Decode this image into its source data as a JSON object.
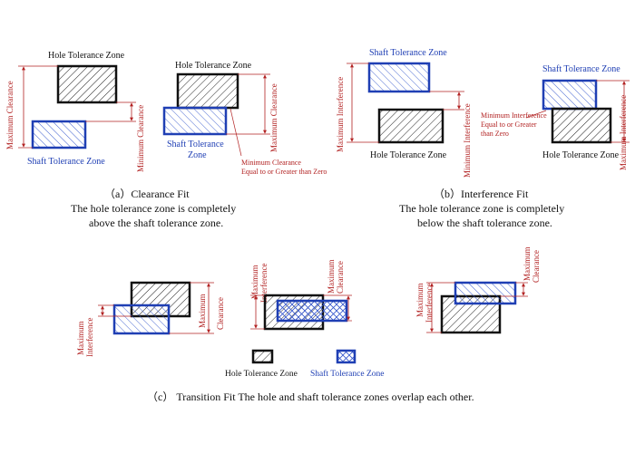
{
  "labels": {
    "hole_tolerance_zone": "Hole Tolerance Zone",
    "shaft_tolerance_zone": "Shaft Tolerance Zone",
    "shaft_tolerance": "Shaft Tolerance",
    "zone": "Zone",
    "maximum_clearance": "Maximum Clearance",
    "minimum_clearance": "Minimum Clearance",
    "maximum_interference": "Maximum Interference",
    "minimum_interference": "Minimum Interference",
    "maximum": "Maximum",
    "interference": "Interference",
    "clearance": "Clearance",
    "min_clearance_note_1": "Minimum Clearance",
    "min_clearance_note_2": "Equal to or Greater than Zero",
    "min_interference_note_1": "Minimum Interference",
    "min_interference_note_2": "Equal to or Greater",
    "min_interference_note_3": "than Zero"
  },
  "captions": {
    "a_title": "（a）Clearance Fit",
    "a_line1": "The hole tolerance zone is completely",
    "a_line2": "above the shaft tolerance zone.",
    "b_title": "（b）Interference Fit",
    "b_line1": "The hole tolerance zone is completely",
    "b_line2": "below the shaft tolerance zone.",
    "c_line": "（c） Transition Fit   The hole and shaft tolerance zones overlap each other."
  },
  "legend": {
    "hole": "Hole Tolerance Zone",
    "shaft": "Shaft Tolerance Zone"
  },
  "colors": {
    "hole_stroke": "#111111",
    "shaft_stroke": "#1f3fb4",
    "dimension": "#b22222"
  }
}
